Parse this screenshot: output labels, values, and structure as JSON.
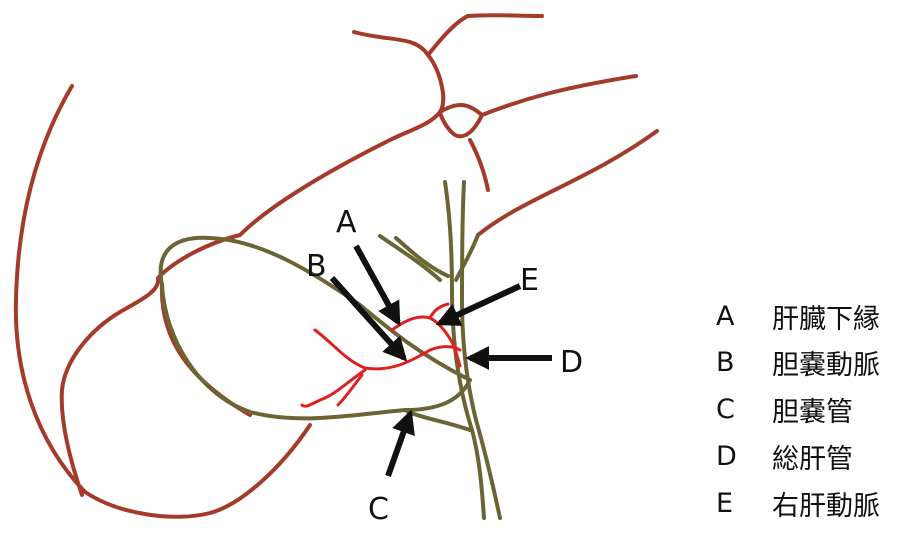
{
  "diagram": {
    "callouts": [
      "A",
      "B",
      "C",
      "D",
      "E"
    ],
    "legend": [
      {
        "letter": "A",
        "text": "肝臓下縁"
      },
      {
        "letter": "B",
        "text": "胆嚢動脈"
      },
      {
        "letter": "C",
        "text": "胆嚢管"
      },
      {
        "letter": "D",
        "text": "総肝管"
      },
      {
        "letter": "E",
        "text": "右肝動脈"
      }
    ],
    "colors": {
      "liver_outline": "#a43a2a",
      "duct_outline": "#6b6535",
      "artery": "#e02020",
      "arrow": "#111111"
    }
  }
}
